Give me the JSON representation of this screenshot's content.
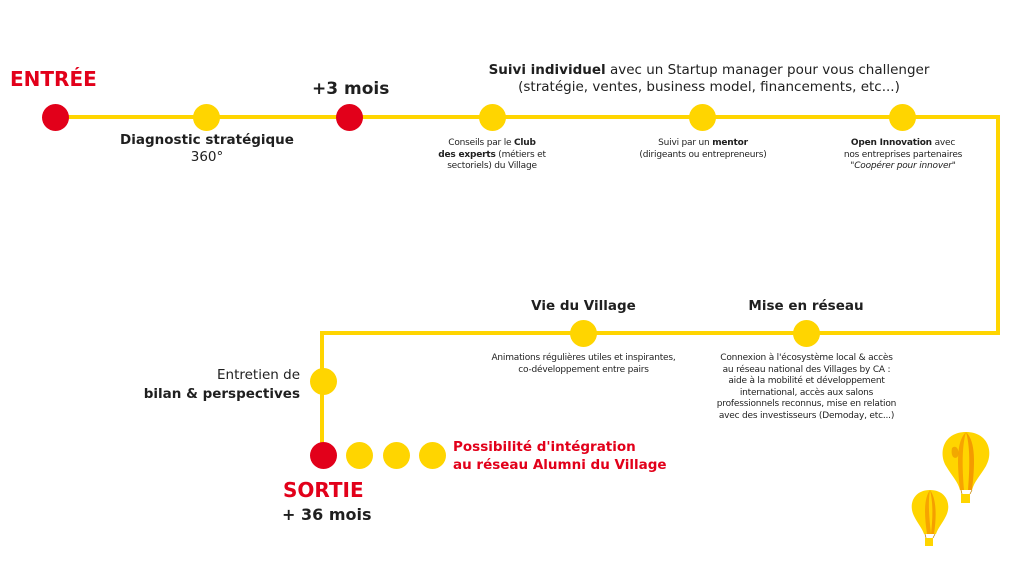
{
  "colors": {
    "accent_yellow": "#ffd500",
    "accent_red": "#e2001a",
    "text": "#1f1f1f"
  },
  "entry": {
    "label": "ENTRÉE"
  },
  "diagnostic": {
    "title": "Diagnostic stratégique",
    "subtitle": "360°"
  },
  "three_months": {
    "label": "+3 mois"
  },
  "suivi": {
    "bold": "Suivi individuel",
    "rest": " avec un Startup manager pour vous challenger",
    "line2": "(stratégie, ventes, business model, financements, etc...)"
  },
  "club": {
    "pre": "Conseils par le ",
    "bold1": "Club",
    "bold2": "des experts",
    "post": " (métiers et",
    "line3": "sectoriels) du Village"
  },
  "mentor": {
    "pre": "Suivi par un ",
    "bold": "mentor",
    "line2": "(dirigeants ou entrepreneurs)"
  },
  "open_innovation": {
    "bold": "Open Innovation",
    "post": " avec",
    "line2": "nos entreprises partenaires",
    "line3": "\"Coopérer pour innover\""
  },
  "vie_village": {
    "title": "Vie du Village",
    "line1": "Animations régulières utiles et inspirantes,",
    "line2": "co-développement entre pairs"
  },
  "reseau": {
    "title": "Mise en réseau",
    "lines": [
      "Connexion à l'écosystème local & accès",
      "au réseau national des Villages by CA :",
      "aide à la mobilité et développement",
      "international, accès aux salons",
      "professionnels reconnus, mise en relation",
      "avec des investisseurs (Demoday, etc...)"
    ]
  },
  "entretien": {
    "line1": "Entretien de",
    "line2": "bilan & perspectives"
  },
  "alumni": {
    "line1": "Possibilité d'intégration",
    "line2": "au réseau Alumni du Village"
  },
  "exit": {
    "label": "SORTIE",
    "duration": "+ 36 mois"
  },
  "balloons": {
    "icon": "hot-air-balloon-icon"
  }
}
